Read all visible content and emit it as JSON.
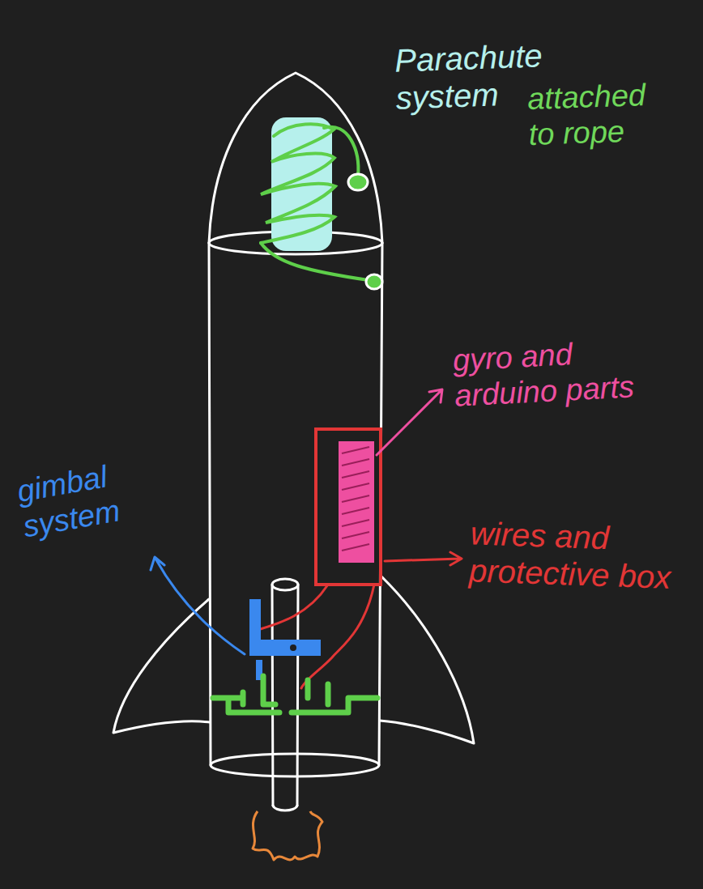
{
  "diagram": {
    "labels": [
      "Parachute system",
      "attached to rope",
      "gyro and arduino parts",
      "wires and protective box",
      "gimbal system"
    ]
  }
}
